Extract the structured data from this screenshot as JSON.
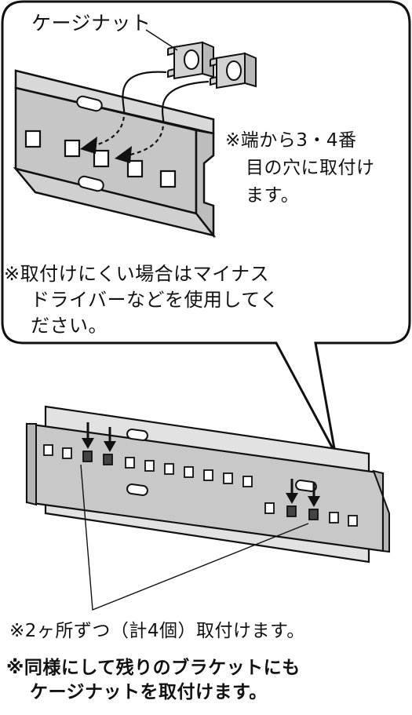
{
  "labels": {
    "cage_nut": "ケージナット"
  },
  "notes": {
    "position": {
      "line1": "※端から3・4番",
      "line2": "目の穴に取付け",
      "line3": "ます。"
    },
    "tool": {
      "line1": "※取付けにくい場合はマイナス",
      "line2": "ドライバーなどを使用してく",
      "line3": "ださい。"
    },
    "count": "※2ヶ所ずつ（計4個）取付けます。",
    "repeat": {
      "line1": "※同様にして残りのブラケットにも",
      "line2": "ケージナットを取付けます。"
    }
  },
  "colors": {
    "rail_fill": "#c4c4c4",
    "rail_light": "#e6e6e6",
    "stroke": "#111111",
    "nut_fill": "#d2d2d2"
  }
}
